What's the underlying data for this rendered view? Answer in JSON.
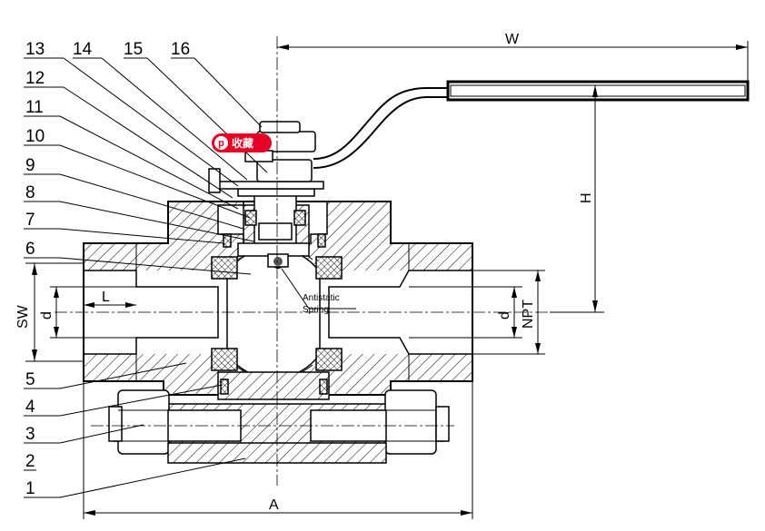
{
  "part_numbers": [
    "1",
    "2",
    "3",
    "4",
    "5",
    "6",
    "7",
    "8",
    "9",
    "10",
    "11",
    "12",
    "13",
    "14",
    "15",
    "16"
  ],
  "dimensions": {
    "w": "W",
    "h": "H",
    "a": "A",
    "sw": "SW",
    "d_left": "d",
    "d_right": "d",
    "l": "L",
    "npt": "NPT"
  },
  "annotation": {
    "line1": "Antistatic",
    "line2": "Spring"
  },
  "save_badge": {
    "icon": "pinterest-icon",
    "icon_glyph": "p",
    "label": "收藏",
    "color": "#e60023"
  }
}
